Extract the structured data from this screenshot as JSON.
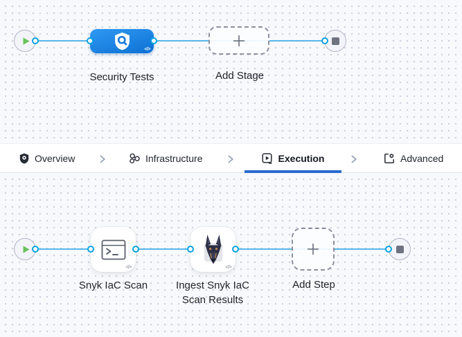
{
  "canvas": {
    "background": "#f7f9fc",
    "dot_color": "#c9cfdc",
    "connector_line_color": "#57b6e9",
    "port_color": "#0aa2e3"
  },
  "stage_flow": {
    "start_node": {
      "icon": "play-icon",
      "play_color": "#68c35c"
    },
    "end_node": {
      "icon": "stop-icon",
      "stop_color": "#6f7380"
    },
    "stage": {
      "label": "Security Tests",
      "icon": "security-shield-scan-icon",
      "color": "#1b82e2",
      "code_glyph": "</>"
    },
    "add_stage": {
      "label": "Add Stage",
      "icon": "plus-icon"
    }
  },
  "tab_bar": {
    "active_tab": "Execution",
    "active_underline_color": "#2a6bd1",
    "tabs": [
      {
        "label": "Overview",
        "icon": "overview-shield-icon"
      },
      {
        "label": "Infrastructure",
        "icon": "infrastructure-nodes-icon"
      },
      {
        "label": "Execution",
        "icon": "execution-play-icon"
      },
      {
        "label": "Advanced",
        "icon": "advanced-gear-icon"
      }
    ]
  },
  "step_flow": {
    "start_node": {
      "icon": "play-icon"
    },
    "end_node": {
      "icon": "stop-icon"
    },
    "steps": [
      {
        "label": "Snyk IaC Scan",
        "icon": "terminal-icon",
        "code_glyph": "</>"
      },
      {
        "label": "Ingest Snyk IaC Scan Results",
        "icon": "snyk-dog-icon",
        "code_glyph": "</>"
      },
      {
        "label": "Add Step",
        "icon": "plus-icon",
        "type": "add"
      }
    ]
  }
}
